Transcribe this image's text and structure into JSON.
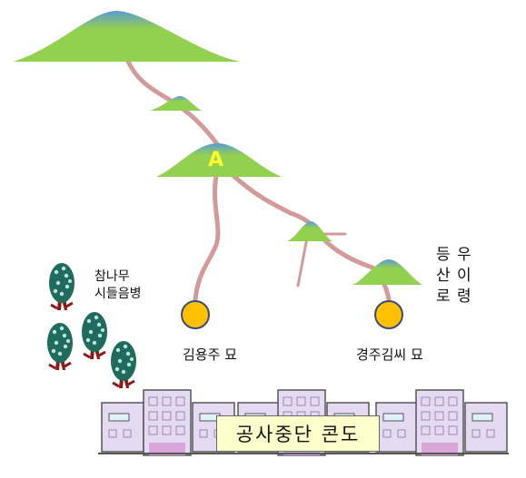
{
  "diagram": {
    "peak_label": "A",
    "labels": {
      "oak_trees": [
        "참나무",
        "시들음병"
      ],
      "grave_kim_yongju": "김용주 묘",
      "grave_gyeongju_kim": "경주김씨 묘",
      "ridge": [
        "등 우",
        "산 이",
        "로 령"
      ],
      "condo": "공사중단 콘도"
    }
  },
  "colors": {
    "mountain_fill": "#92d050",
    "mountain_top": "#5b9bd5",
    "ridge_line": "#d49a9a",
    "grave_fill": "#ffc000",
    "grave_stroke": "#3a4a7a",
    "tree_foliage": "#1f6b5c",
    "tree_trunk": "#8b1a1a",
    "building_fill": "#e6d9f2",
    "building_stroke": "#555555",
    "condo_label_bg": "#ffffcc",
    "peak_label": "#ffff33"
  }
}
